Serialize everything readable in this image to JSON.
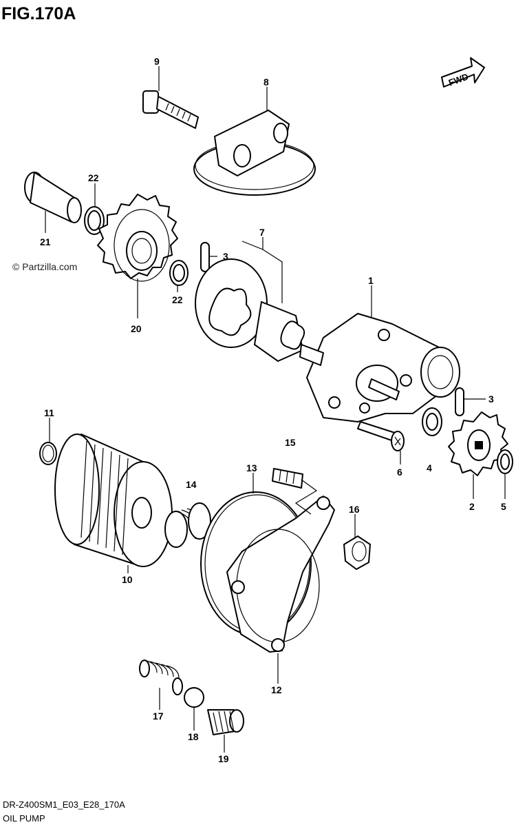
{
  "figure": {
    "title": "FIG.170A",
    "watermark": "© Partzilla.com",
    "fwd_label": "FWD",
    "code": "DR-Z400SM1_E03_E28_170A",
    "name": "OIL PUMP"
  },
  "callouts": {
    "c1": "1",
    "c2": "2",
    "c3a": "3",
    "c3b": "3",
    "c4": "4",
    "c5": "5",
    "c6": "6",
    "c7": "7",
    "c8": "8",
    "c9": "9",
    "c10": "10",
    "c11": "11",
    "c12": "12",
    "c13": "13",
    "c14": "14",
    "c15": "15",
    "c16": "16",
    "c17": "17",
    "c18": "18",
    "c19": "19",
    "c20": "20",
    "c21": "21",
    "c22a": "22",
    "c22b": "22"
  }
}
